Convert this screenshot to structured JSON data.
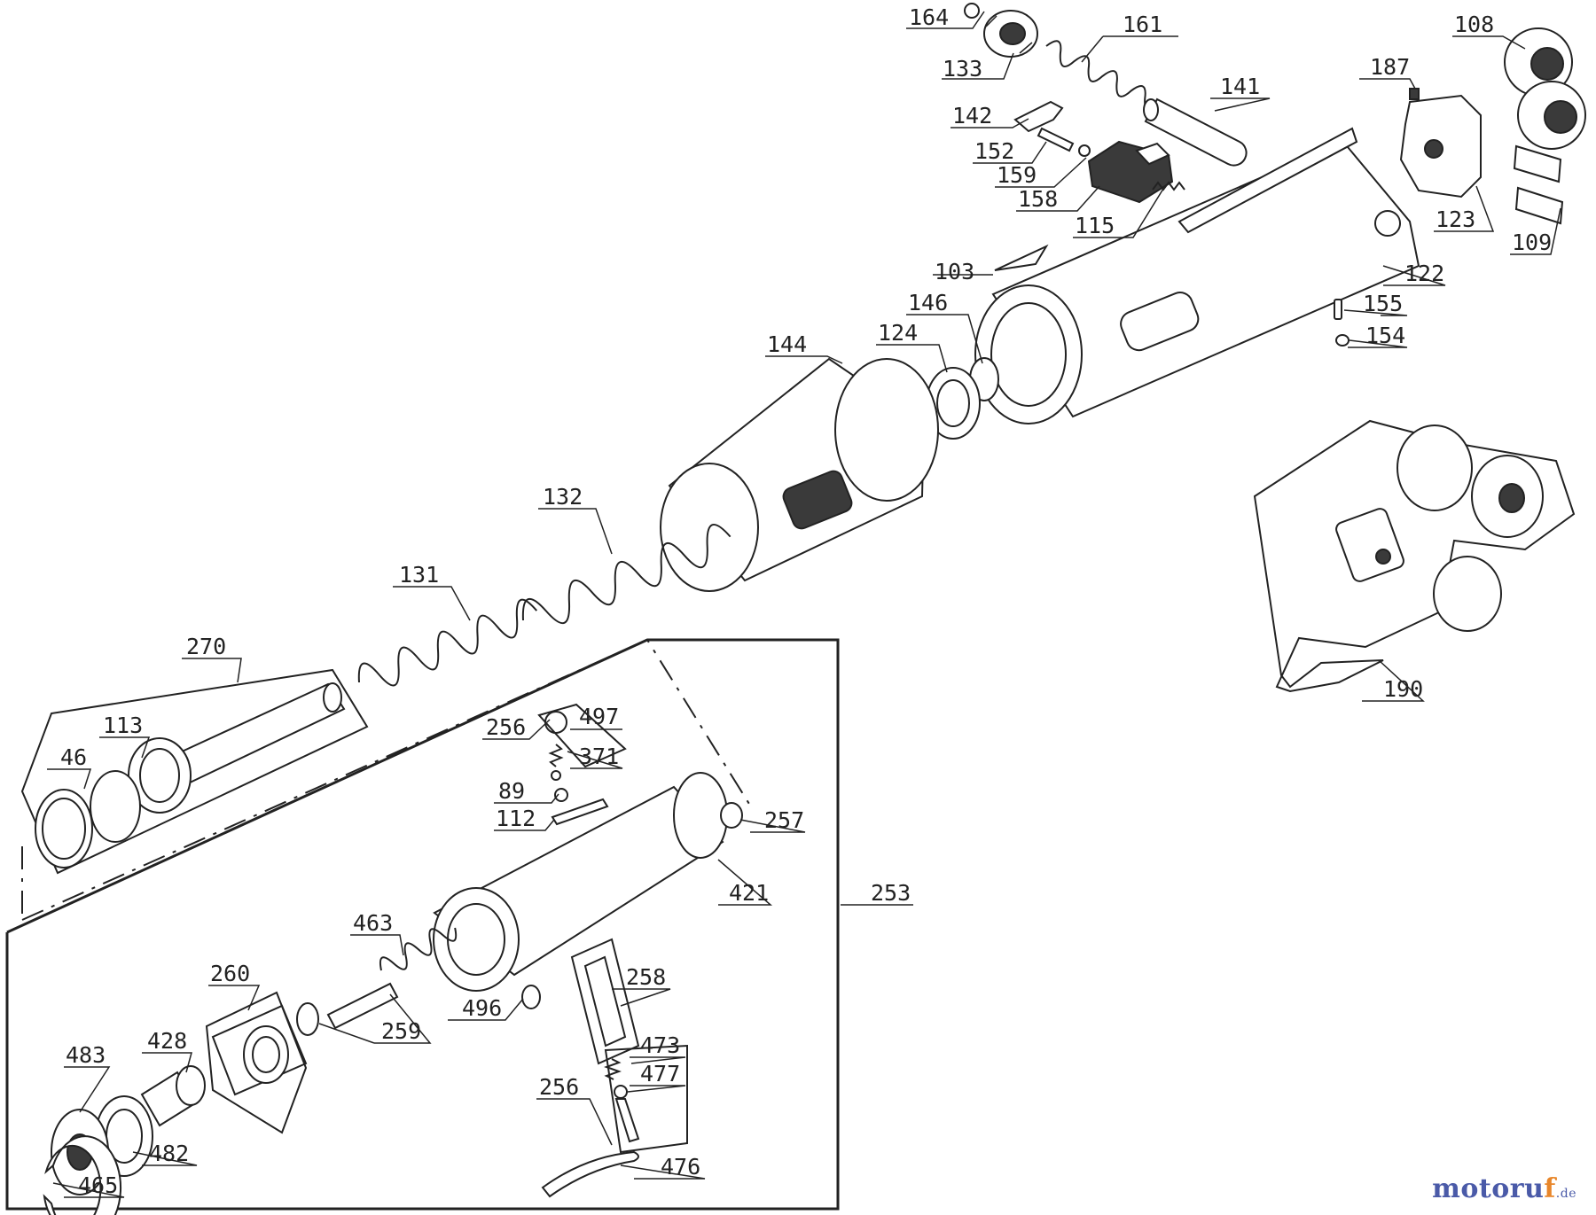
{
  "labels": {
    "p164": "164",
    "p161": "161",
    "p108": "108",
    "p133": "133",
    "p187": "187",
    "p141": "141",
    "p142": "142",
    "p152": "152",
    "p159": "159",
    "p158": "158",
    "p115": "115",
    "p123": "123",
    "p109": "109",
    "p103": "103",
    "p122": "122",
    "p146": "146",
    "p155": "155",
    "p124": "124",
    "p154": "154",
    "p144": "144",
    "p132": "132",
    "p131": "131",
    "p190": "190",
    "p270": "270",
    "p113": "113",
    "p46": "46",
    "p256a": "256",
    "p497": "497",
    "p371": "371",
    "p89": "89",
    "p112": "112",
    "p257": "257",
    "p421": "421",
    "p253": "253",
    "p463": "463",
    "p260": "260",
    "p258": "258",
    "p496": "496",
    "p259": "259",
    "p428": "428",
    "p483": "483",
    "p473": "473",
    "p477": "477",
    "p256b": "256",
    "p482": "482",
    "p476": "476",
    "p465": "465"
  },
  "watermark": {
    "main": "motoru",
    "accent": "f",
    "tld": ".de"
  },
  "colors": {
    "ink": "#222222",
    "watermark_blue": "#4a5aa8",
    "watermark_orange": "#e8862a"
  }
}
